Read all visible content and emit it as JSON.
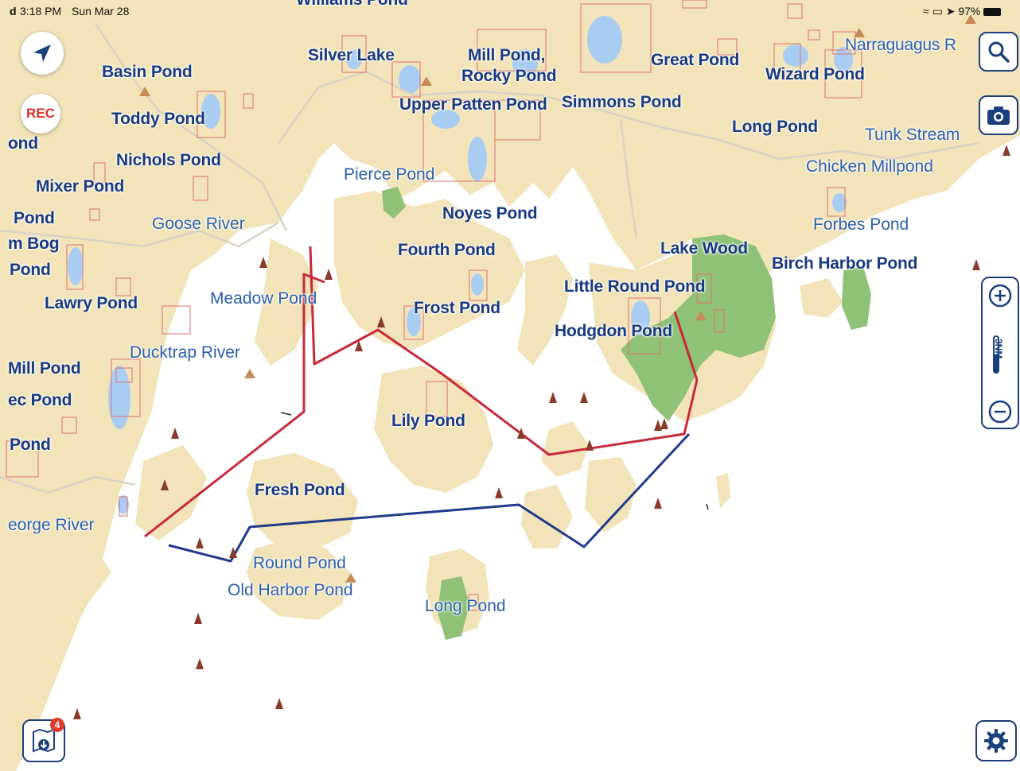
{
  "status_bar": {
    "carrier": "d",
    "time": "3:18 PM",
    "date": "Sun Mar 28",
    "battery": "97%"
  },
  "colors": {
    "land": "#f2e4b8",
    "water": "#ffffff",
    "lake": "#a9cdf2",
    "park": "#8fc276",
    "road": "#d9d9d9",
    "label_bold": "#173a80",
    "label_regular": "#2b5fa8",
    "route_red": "#c8283a",
    "route_blue": "#203a8c",
    "marker": "#8a3a2a"
  },
  "buttons": {
    "rec_label": "REC",
    "scale_label": "3NM",
    "downloads_badge": "4"
  },
  "labels_bold": [
    "Williams Pond",
    "Silver Lake",
    "Mill Pond,",
    "Rocky Pond",
    "Great Pond",
    "Narraguagus R",
    "Basin Pond",
    "Wizard Pond",
    "Upper Patten Pond",
    "Simmons Pond",
    "Toddy Pond",
    "Long Pond",
    "ond",
    "Nichols Pond",
    "Mixer Pond",
    "Noyes Pond",
    "Pond",
    "m Bog",
    "Fourth Pond",
    "Lake Wood",
    "Birch Harbor Pond",
    "Pond",
    "Little Round Pond",
    "Lawry Pond",
    "Frost Pond",
    "Hodgdon Pond",
    "Mill Pond",
    "ec Pond",
    "Lily Pond",
    "Pond",
    "Fresh Pond"
  ],
  "labels_regular": [
    "Tunk Stream",
    "Chicken Millpond",
    "Pierce Pond",
    "Goose River",
    "Forbes Pond",
    "Meadow Pond",
    "Ducktrap River",
    "eorge River",
    "Round Pond",
    "Old Harbor Pond",
    "Long Pond"
  ]
}
